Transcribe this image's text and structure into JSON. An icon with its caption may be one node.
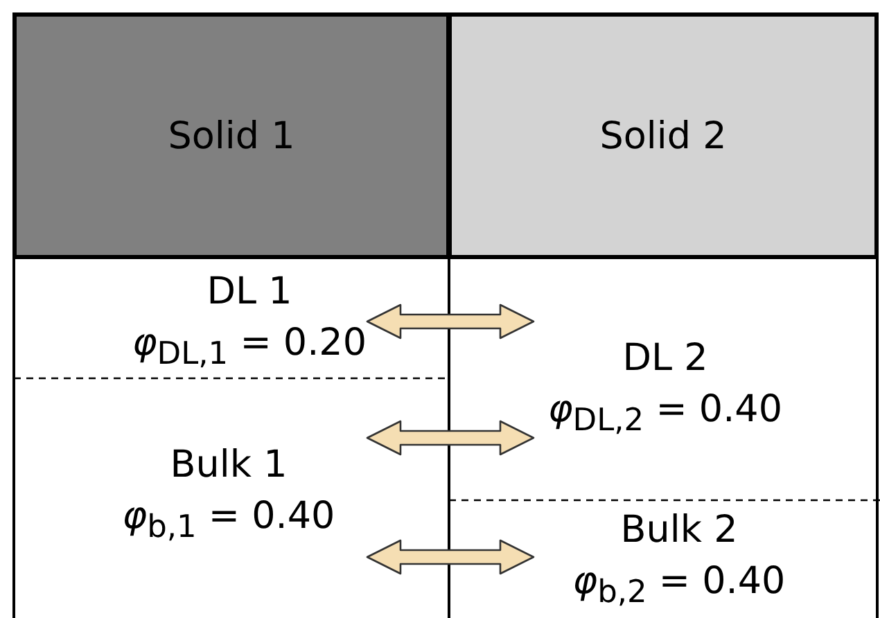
{
  "diagram": {
    "nodes": [
      {
        "text": [
          "Solid 1"
        ]
      },
      {
        "text": [
          "Solid 2"
        ]
      },
      {
        "text": [
          "DL 1",
          "*φ*$_{DL,1}$ = 0.20"
        ]
      },
      {
        "text": [
          "Bulk 1",
          "*φ*$_{b,1}$ = 0.40"
        ]
      },
      {
        "text": [
          "DL 2",
          "*φ*$_{DL,2}$ = 0.40"
        ]
      },
      {
        "text": [
          "Bulk 2",
          "*φ*$_{b,2}$ = 0.40"
        ]
      }
    ],
    "edges": [
      {
        "from": 2,
        "to": 4,
        "arrow": "both",
        "color": "#f5deb3"
      },
      {
        "from": 3,
        "to": 4,
        "arrow": "both",
        "color": "#f5deb3"
      },
      {
        "from": 3,
        "to": 5,
        "arrow": "both",
        "color": "#f5deb3"
      }
    ]
  }
}
